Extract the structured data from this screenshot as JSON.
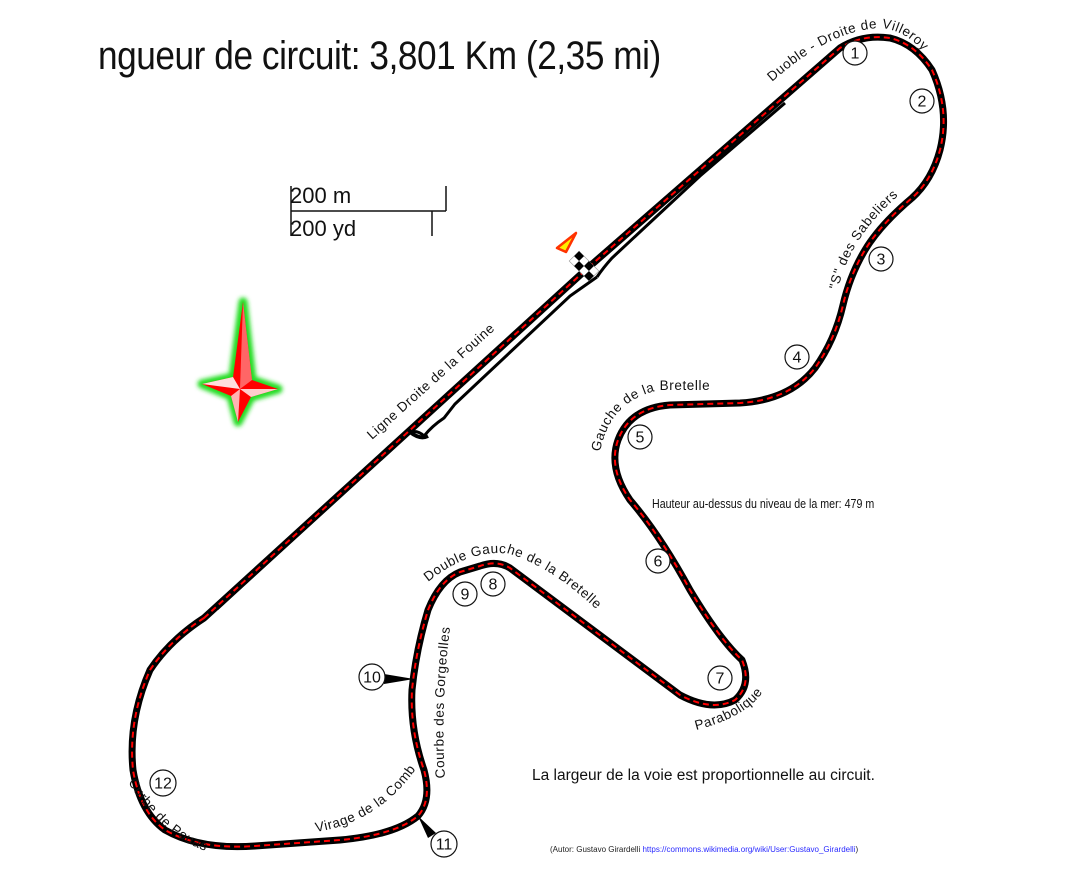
{
  "title": "ngueur de circuit: 3,801 Km (2,35 mi)",
  "scale_bar": {
    "metric_label": "200 m",
    "imperial_label": "200 yd"
  },
  "compass": {
    "icon": "compass-rose-icon",
    "colors": {
      "fill": "#ff0000",
      "glow": "#22dd22"
    }
  },
  "start_finish": {
    "icon": "checkered-flag-icon",
    "direction_icon": "direction-arrow-icon"
  },
  "track_colors": {
    "asphalt": "#000000",
    "center_dash": "#ff0000",
    "arrow_fill": "#ffee00",
    "arrow_stroke": "#ff3300"
  },
  "corners": [
    {
      "name": "Duoble - Droite de Villeroy"
    },
    {
      "name": "\"S\" des Sabeliers"
    },
    {
      "name": "Gauche de la Bretelle"
    },
    {
      "name": "Double Gauche de la Bretelle"
    },
    {
      "name": "Parabolique"
    },
    {
      "name": "Courbe des Gorgeolles"
    },
    {
      "name": "Virage de la Combe"
    },
    {
      "name": "Curbe de Pouas"
    },
    {
      "name": "Ligne Droite de la Fouine"
    }
  ],
  "turns": [
    "1",
    "2",
    "3",
    "4",
    "5",
    "6",
    "7",
    "8",
    "9",
    "10",
    "11",
    "12"
  ],
  "notes": {
    "elevation": "Hauteur au-dessus du niveau de la mer: 479 m",
    "track_width": "La largeur de la voie est proportionnelle au circuit.",
    "credit_prefix": "(Autor: Gustavo Girardelli ",
    "credit_link": "https://commons.wikimedia.org/wiki/User:Gustavo_Girardelli",
    "credit_suffix": ")"
  }
}
